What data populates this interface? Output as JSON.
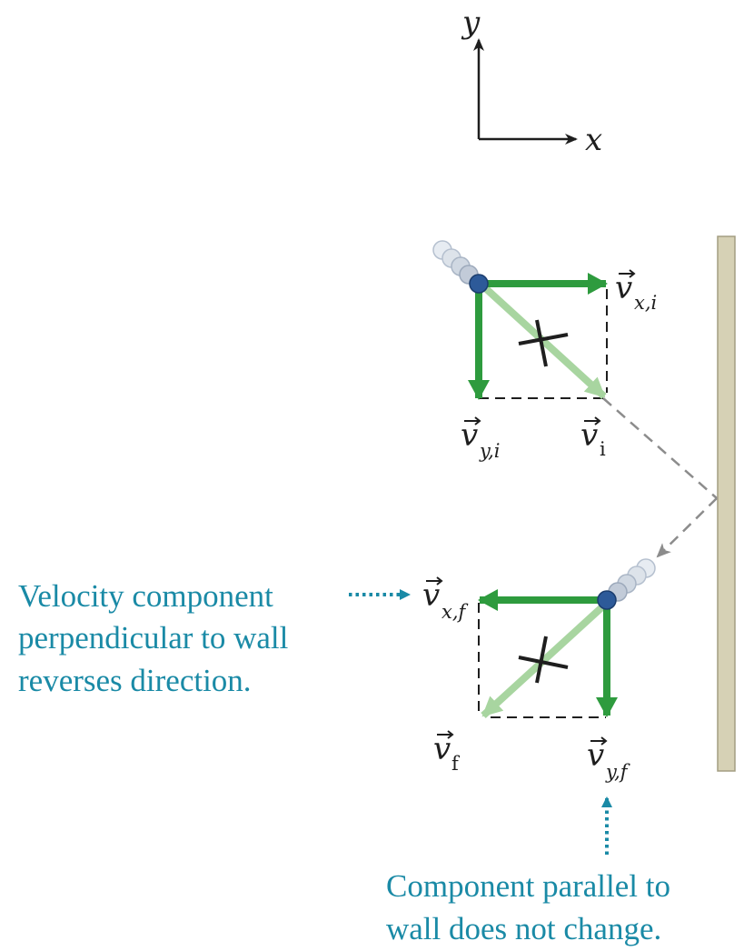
{
  "axes": {
    "y": "y",
    "x": "x"
  },
  "labels": {
    "v_x_i": {
      "main": "v",
      "sub": "x,i"
    },
    "v_y_i": {
      "main": "v",
      "sub": "y,i"
    },
    "v_i": {
      "main": "v",
      "sub": "i"
    },
    "v_x_f": {
      "main": "v",
      "sub": "x,f"
    },
    "v_y_f": {
      "main": "v",
      "sub": "y,f"
    },
    "v_f": {
      "main": "v",
      "sub": "f"
    }
  },
  "annotations": {
    "perpendicular": [
      "Velocity component",
      "perpendicular to wall",
      "reverses direction."
    ],
    "parallel": [
      "Component parallel to",
      "wall does not change."
    ]
  },
  "colors": {
    "component_arrow": "#2e9b3e",
    "resultant_arrow": "#a8d5a0",
    "ball": "#2d5a99",
    "ghost_ball": "#c7d1de",
    "wall": "#d6d1b5",
    "annotation": "#1a8aa6",
    "path": "#8c8c8c"
  }
}
